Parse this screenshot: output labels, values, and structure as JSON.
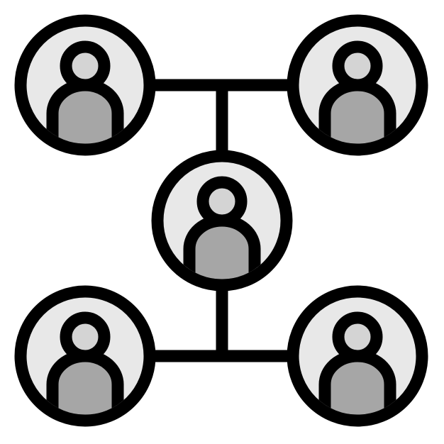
{
  "icon": {
    "name": "user-network-icon",
    "colors": {
      "stroke": "#000000",
      "circle_fill": "#e8e8e8",
      "head_fill": "#d4d4d4",
      "body_fill": "#a6a6a6",
      "background": "#ffffff"
    },
    "nodes": [
      {
        "id": "top-left",
        "icon": "user-icon"
      },
      {
        "id": "top-right",
        "icon": "user-icon"
      },
      {
        "id": "center",
        "icon": "user-icon"
      },
      {
        "id": "bottom-left",
        "icon": "user-icon"
      },
      {
        "id": "bottom-right",
        "icon": "user-icon"
      }
    ]
  }
}
